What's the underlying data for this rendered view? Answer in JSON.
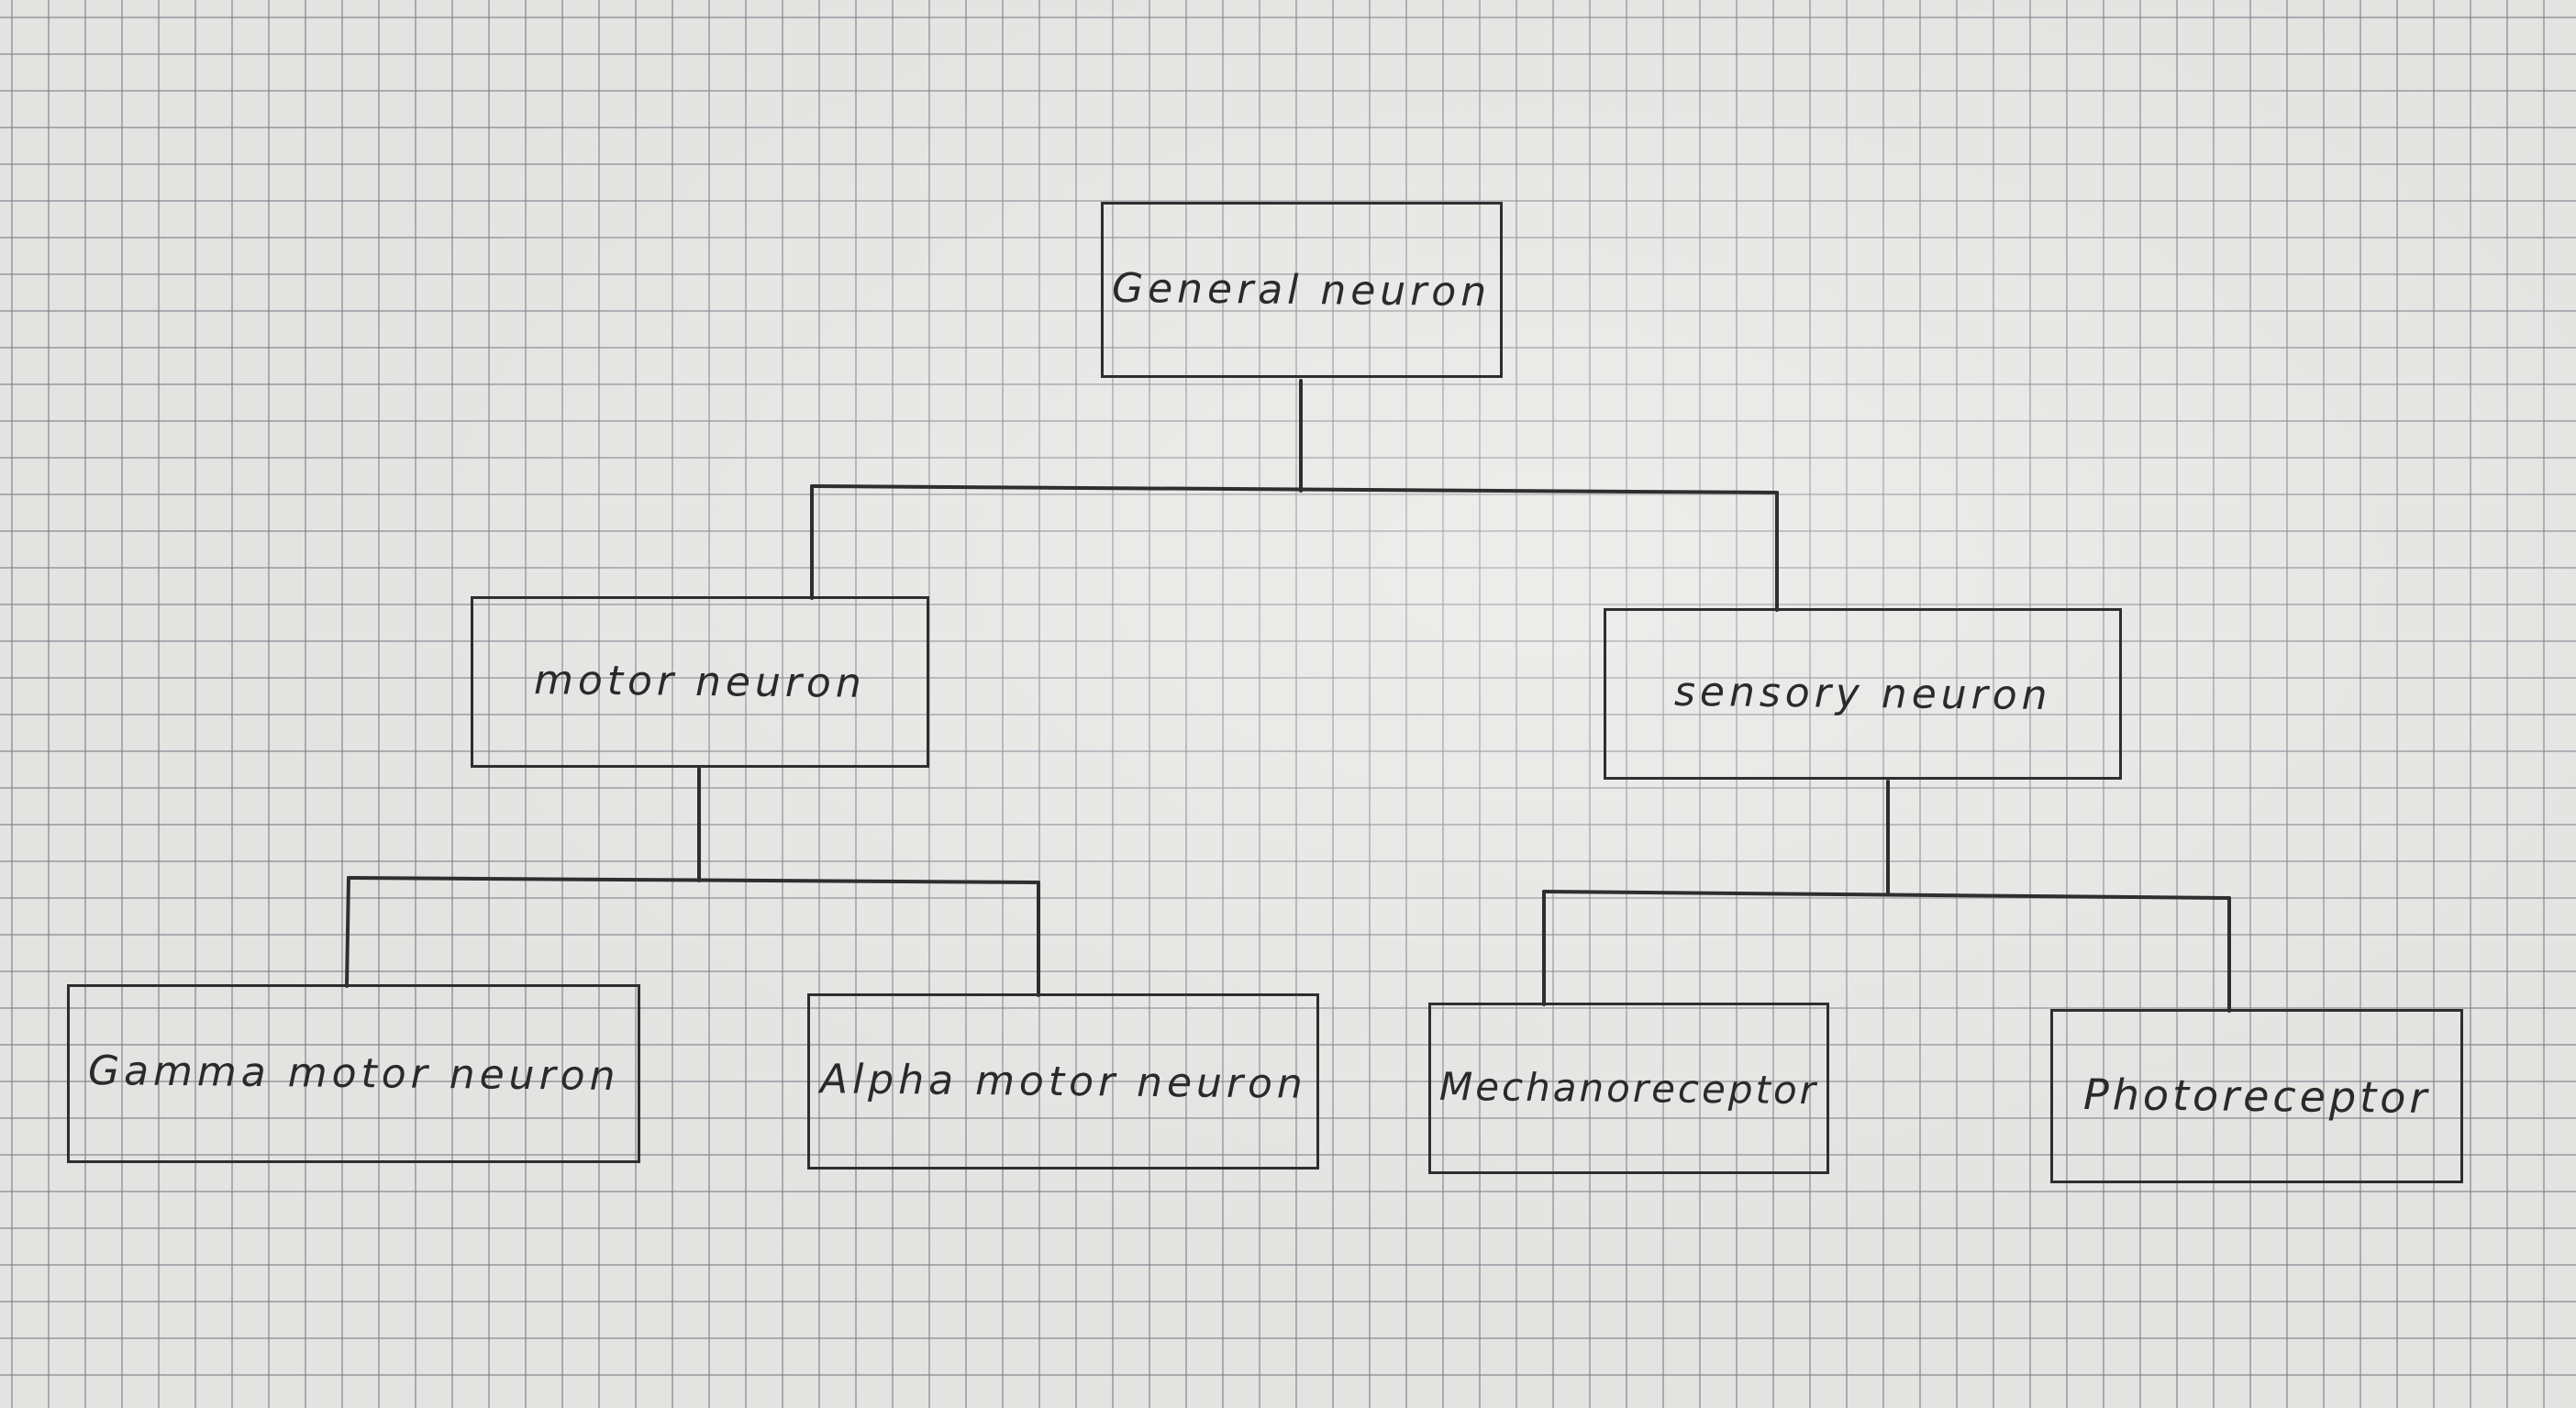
{
  "diagram": {
    "root": {
      "label": "General neuron"
    },
    "motor": {
      "label": "motor neuron"
    },
    "sensory": {
      "label": "sensory neuron"
    },
    "gamma": {
      "label": "Gamma motor neuron"
    },
    "alpha": {
      "label": "Alpha motor neuron"
    },
    "mechano": {
      "label": "Mechanoreceptor"
    },
    "photo": {
      "label": "Photoreceptor"
    }
  },
  "colors": {
    "paper": "#e3e3e1",
    "grid": "#787d87",
    "ink": "#2e2e2e"
  }
}
